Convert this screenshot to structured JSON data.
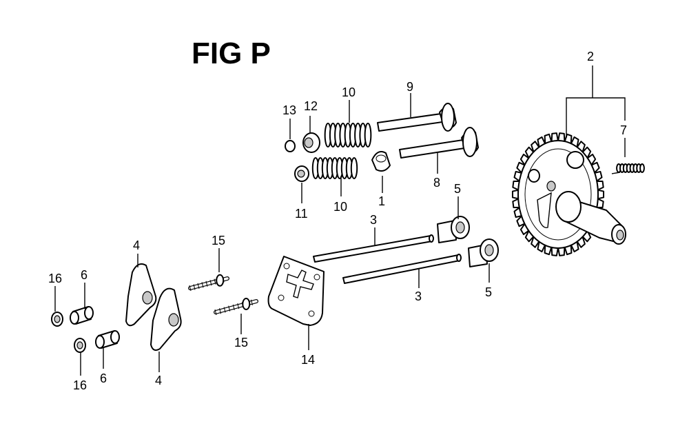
{
  "title": "FIG P",
  "callouts": {
    "c1": "1",
    "c2": "2",
    "c3a": "3",
    "c3b": "3",
    "c4a": "4",
    "c4b": "4",
    "c5a": "5",
    "c5b": "5",
    "c6a": "6",
    "c6b": "6",
    "c7": "7",
    "c8": "8",
    "c9": "9",
    "c10a": "10",
    "c10b": "10",
    "c11": "11",
    "c12": "12",
    "c13": "13",
    "c14": "14",
    "c15a": "15",
    "c15b": "15",
    "c16a": "16",
    "c16b": "16"
  }
}
